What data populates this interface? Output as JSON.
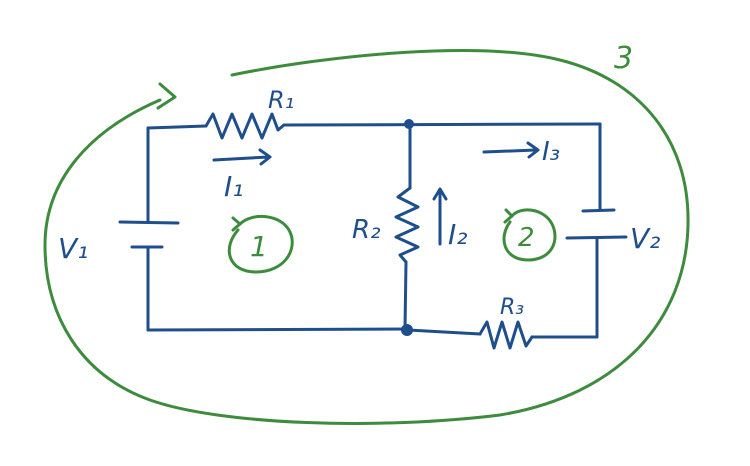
{
  "colors": {
    "circuit": "#1f4e8c",
    "loop": "#3d8b3d",
    "background": "#ffffff"
  },
  "labels": {
    "r1": "R₁",
    "r2": "R₂",
    "r3": "R₃",
    "v1": "V₁",
    "v2": "V₂",
    "i1": "I₁",
    "i2": "I₂",
    "i3": "I₃",
    "loop1": "1",
    "loop2": "2",
    "loop3": "3"
  }
}
